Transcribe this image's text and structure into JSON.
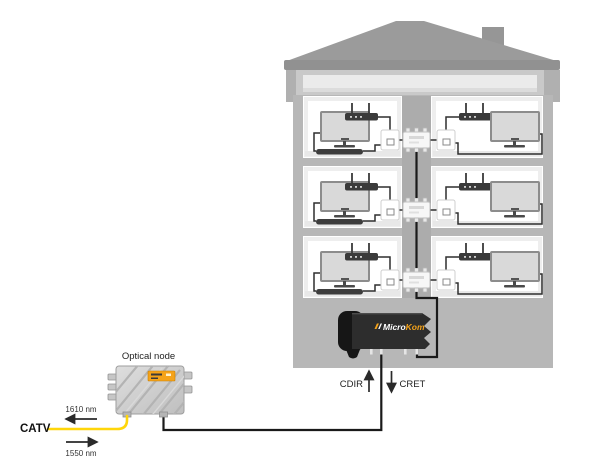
{
  "diagram": {
    "optical_node": {
      "label": "Optical node"
    },
    "catv": {
      "label": "CATV",
      "wavelength_downstream": "1610 nm",
      "wavelength_upstream": "1550 nm"
    },
    "amplifier": {
      "brand_micro": "Micro",
      "brand_kom": "Kom",
      "downstream_label": "CDIR",
      "upstream_label": "CRET"
    },
    "building": {
      "floors": 3,
      "apartments_per_floor": 2
    },
    "colors": {
      "accent_orange": "#F5A31A",
      "fiber_yellow": "#FFD60A",
      "cable_black": "#2F2F2F",
      "roof_gray": "#9B9B9B",
      "wall_gray": "#B7B7B7"
    }
  }
}
